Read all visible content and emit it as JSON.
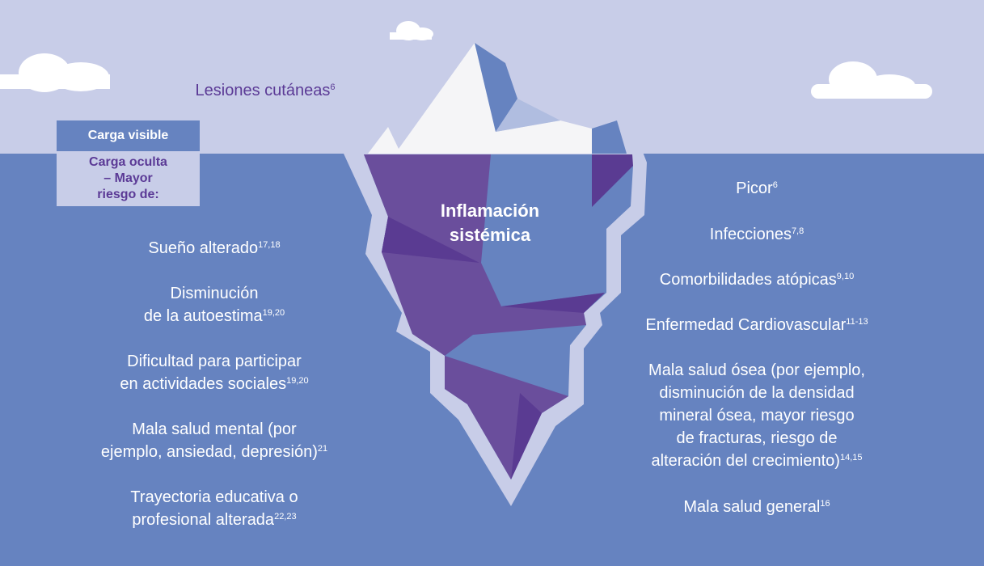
{
  "colors": {
    "sky": "#c8cde8",
    "water": "#6683c0",
    "purple": "#6a4e9c",
    "dark_purple": "#5a3b92",
    "ice": "#f5f5f7",
    "text_purple": "#5b3a96"
  },
  "visible": {
    "text": "Lesiones cutáneas",
    "sup": "6"
  },
  "center_label": {
    "line1": "Inflamación",
    "line2": "sistémica"
  },
  "legend": {
    "visible": "Carga visible",
    "hidden_lines": [
      "Carga oculta",
      "– Mayor",
      "riesgo de:"
    ]
  },
  "left_items": [
    {
      "lines": [
        "Sueño alterado"
      ],
      "sup": "17,18"
    },
    {
      "lines": [
        "Disminución",
        "de la autoestima"
      ],
      "sup": "19,20"
    },
    {
      "lines": [
        "Dificultad para participar",
        "en actividades sociales"
      ],
      "sup": "19,20"
    },
    {
      "lines": [
        "Mala salud mental (por",
        "ejemplo, ansiedad, depresión)"
      ],
      "sup": "21"
    },
    {
      "lines": [
        "Trayectoria educativa o",
        "profesional alterada"
      ],
      "sup": "22,23"
    }
  ],
  "right_items": [
    {
      "lines": [
        "Picor"
      ],
      "sup": "6"
    },
    {
      "lines": [
        "Infecciones"
      ],
      "sup": "7,8"
    },
    {
      "lines": [
        "Comorbilidades atópicas"
      ],
      "sup": "9,10"
    },
    {
      "lines": [
        "Enfermedad Cardiovascular"
      ],
      "sup": "11-13"
    },
    {
      "lines": [
        "Mala salud ósea (por ejemplo,",
        "disminución de la densidad",
        "mineral ósea, mayor riesgo",
        "de fracturas, riesgo de",
        "alteración del crecimiento)"
      ],
      "sup": "14,15"
    },
    {
      "lines": [
        "Mala salud general"
      ],
      "sup": "16"
    }
  ]
}
